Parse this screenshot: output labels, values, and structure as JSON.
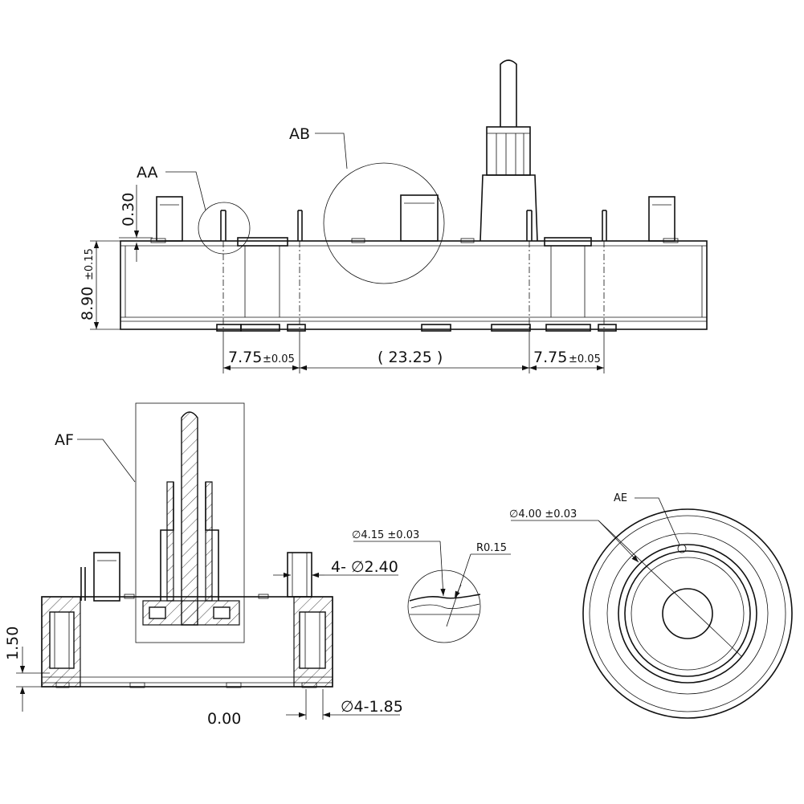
{
  "labels": {
    "aa": "AA",
    "ab": "AB",
    "af": "AF",
    "ae": "AE"
  },
  "dimensions": {
    "d_0_30": "0.30",
    "d_8_90": "8.90",
    "d_8_90_tol": "±0.15",
    "d_7_75_left": "7.75",
    "d_7_75_left_tol": "±0.05",
    "d_23_25": "( 23.25 )",
    "d_7_75_right": "7.75",
    "d_7_75_right_tol": "±0.05",
    "d_1_50": "1.50",
    "d_0_00": "0.00",
    "d_4_240": "4- ∅2.40",
    "d_4_185": "∅4-1.85",
    "d_415": "∅4.15 ±0.03",
    "d_r015": "R0.15",
    "d_400": "∅4.00 ±0.03"
  }
}
